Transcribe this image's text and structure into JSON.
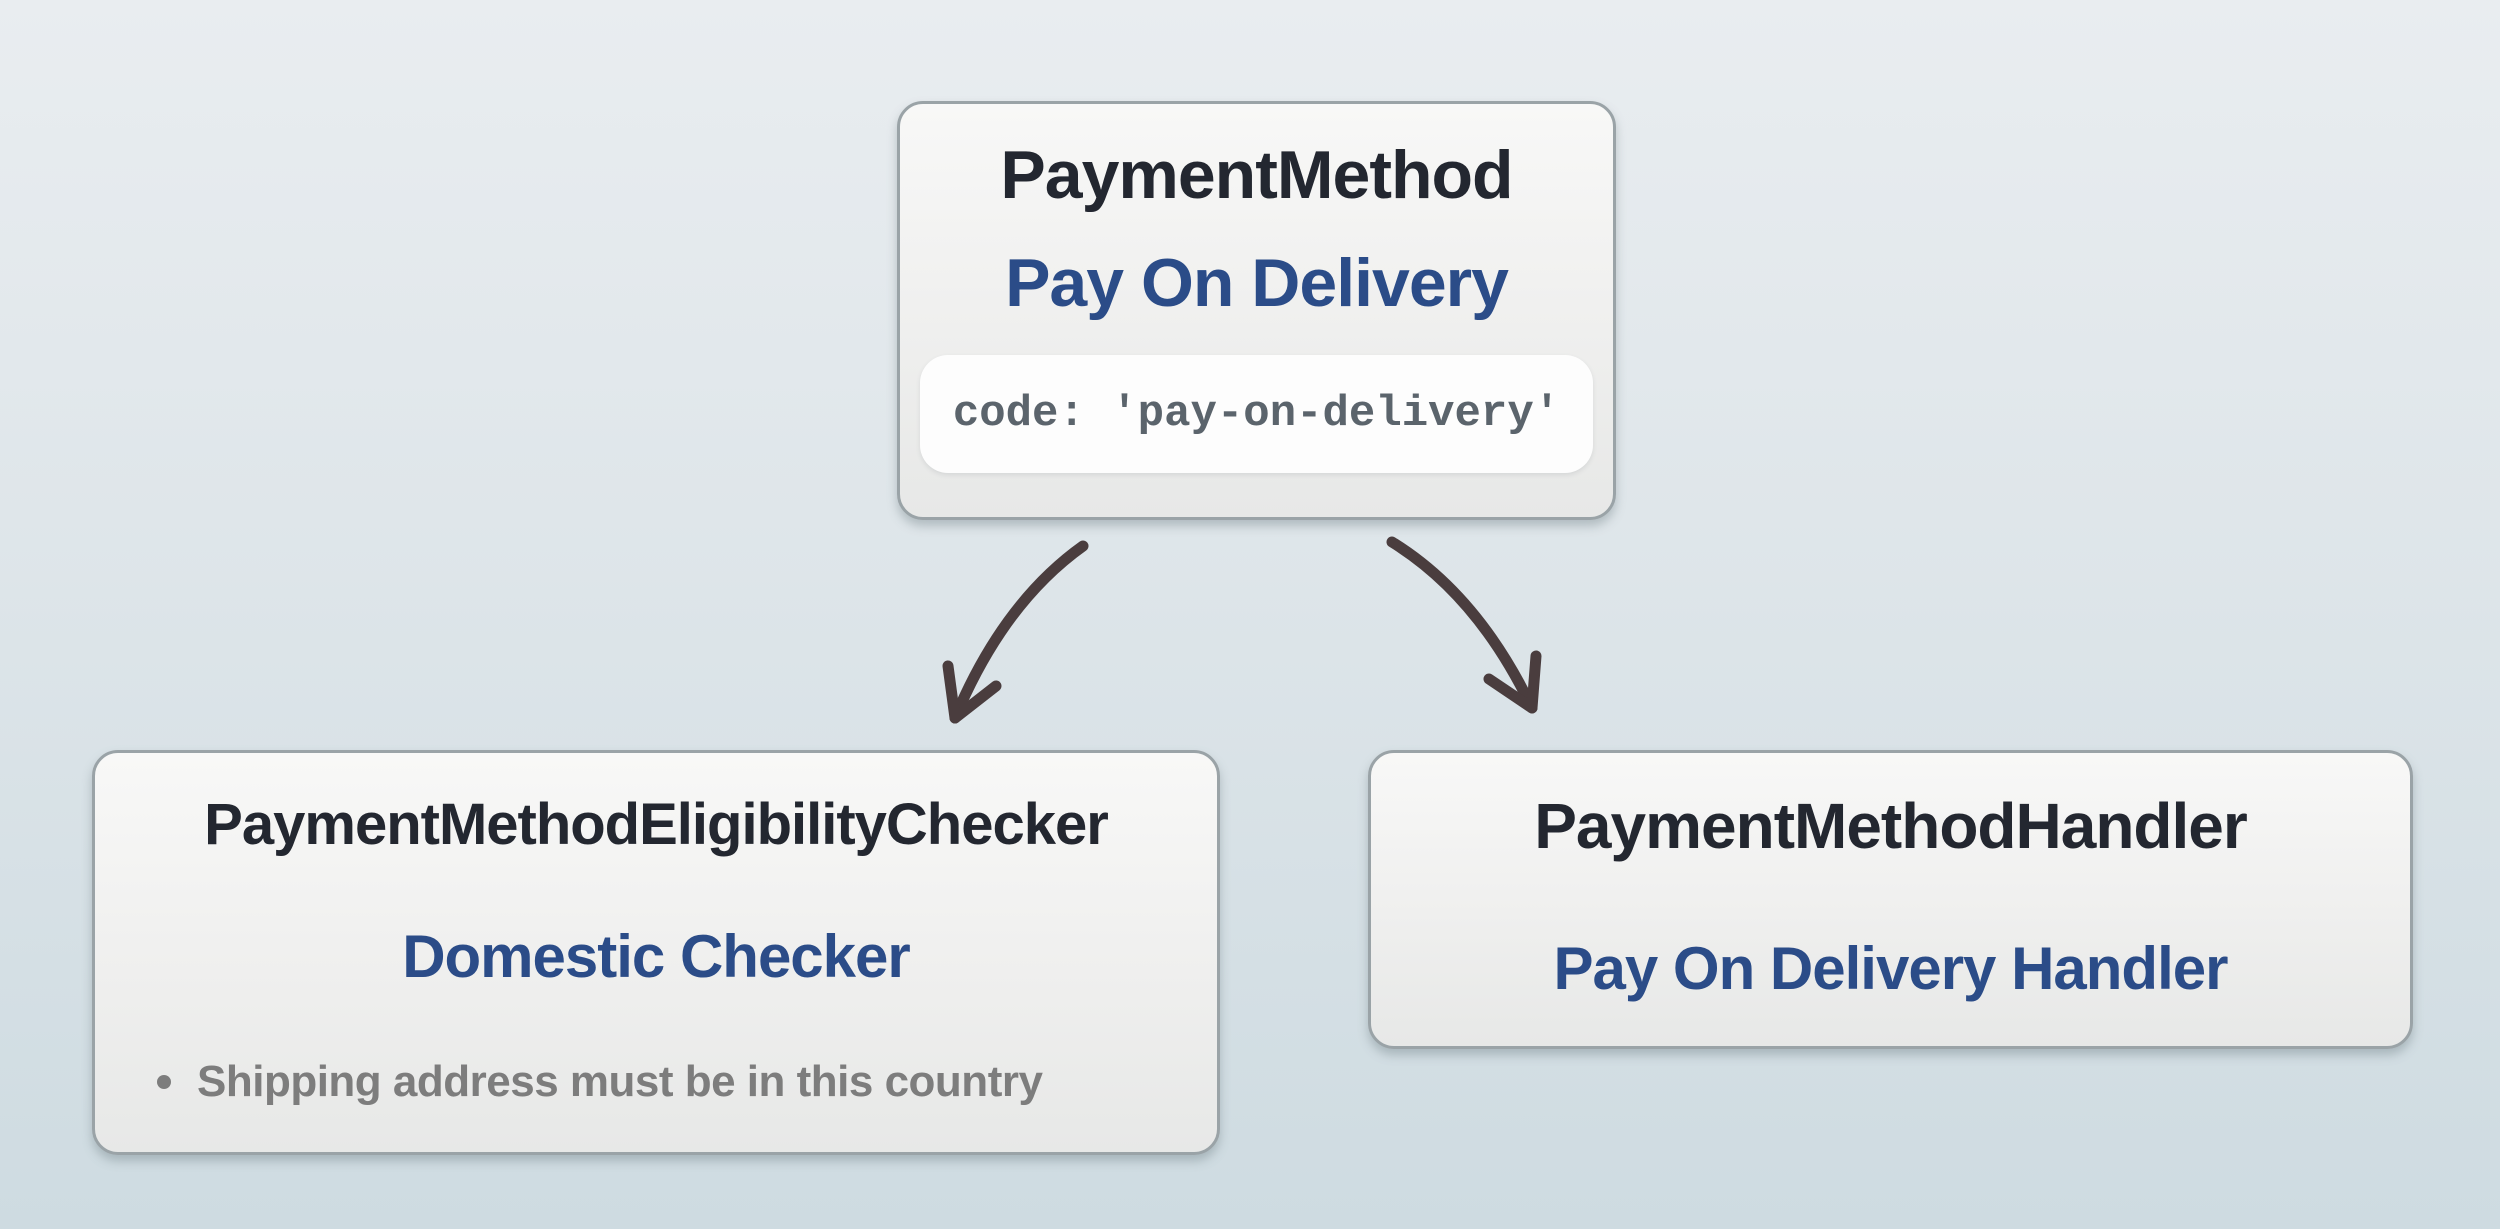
{
  "diagram": {
    "nodes": {
      "payment_method": {
        "title": "PaymentMethod",
        "subtitle": "Pay On Delivery",
        "code": "code: 'pay-on-delivery'"
      },
      "eligibility_checker": {
        "title": "PaymentMethodEligibilityChecker",
        "subtitle": "Domestic Checker",
        "bullets": [
          "Shipping address must be in this country"
        ]
      },
      "handler": {
        "title": "PaymentMethodHandler",
        "subtitle": "Pay On Delivery Handler"
      }
    },
    "icons": {
      "left_arrow": "curved-arrow-down-left",
      "right_arrow": "curved-arrow-down-right"
    }
  },
  "colors": {
    "title": "#232730",
    "subtitle": "#2b4c88",
    "bullet": "#7d7d7d",
    "code_text": "#5b646c",
    "arrow": "#4a3d3e",
    "node_border": "#9aa3a7",
    "background_top": "#e9edf0",
    "background_bottom": "#cedbe1"
  }
}
